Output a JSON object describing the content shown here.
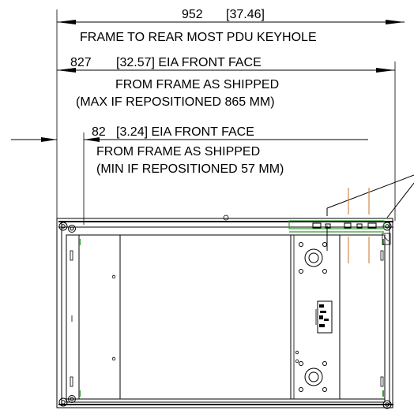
{
  "dimensions": {
    "rear_pdu": {
      "value": "952",
      "inches": "[37.46]",
      "caption": "FRAME TO REAR MOST PDU KEYHOLE"
    },
    "eia_max": {
      "value": "827",
      "inches": "[32.57] EIA FRONT FACE",
      "line1": "FROM FRAME AS SHIPPED",
      "line2": "(MAX IF REPOSITIONED 865 MM)"
    },
    "eia_min": {
      "value": "82",
      "inches": "[3.24] EIA FRONT FACE",
      "line1": "FROM FRAME AS SHIPPED",
      "line2": "(MIN IF REPOSITIONED 57 MM)"
    }
  },
  "colors": {
    "line": "#000000",
    "accent_green": "#2f9e2f",
    "accent_orange": "#d08a4a"
  }
}
